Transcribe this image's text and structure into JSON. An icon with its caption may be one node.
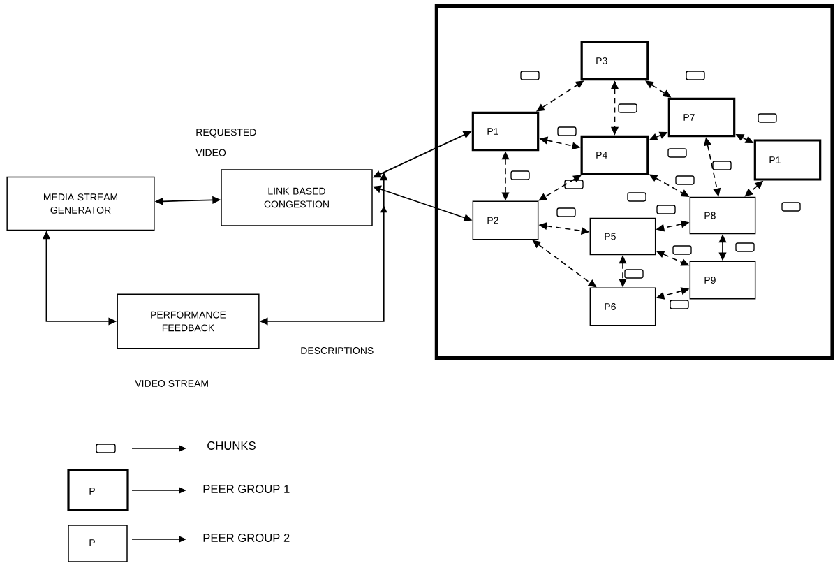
{
  "diagram": {
    "nodes": [
      {
        "text": [
          "MEDIA STREAM GENERATOR"
        ]
      },
      {
        "text": [
          "LINK BASED CONGESTION"
        ]
      },
      {
        "text": [
          "PERFORMANCE FEEDBACK"
        ]
      },
      {
        "text": [],
        "shape": "box"
      },
      {
        "text": [
          "P3"
        ],
        "in": 3
      },
      {
        "text": [
          "P1"
        ],
        "in": 3
      },
      {
        "text": [
          "P4"
        ],
        "in": 3
      },
      {
        "text": [
          "P7"
        ],
        "in": 3
      },
      {
        "text": [
          "P1"
        ],
        "in": 3
      },
      {
        "text": [
          "P2"
        ],
        "in": 3
      },
      {
        "text": [
          "P5"
        ],
        "in": 3
      },
      {
        "text": [
          "P8"
        ],
        "in": 3
      },
      {
        "text": [
          "P9"
        ],
        "in": 3
      },
      {
        "text": [
          "P6"
        ],
        "in": 3
      }
    ],
    "edges": [
      {
        "from": 0,
        "to": 1,
        "arrow": "both"
      },
      {
        "from": 0,
        "to": 2,
        "arrow": "both"
      },
      {
        "from": 2,
        "to": 1,
        "arrow": "both"
      },
      {
        "from": 1,
        "to": 5,
        "arrow": "both"
      },
      {
        "from": 1,
        "to": 9,
        "arrow": "both"
      },
      {
        "from": 5,
        "to": 4,
        "arrow": "both",
        "style": "dashed"
      },
      {
        "from": 4,
        "to": 6,
        "arrow": "both",
        "style": "dashed"
      },
      {
        "from": 4,
        "to": 7,
        "arrow": "both",
        "style": "dashed"
      },
      {
        "from": 5,
        "to": 6,
        "arrow": "both",
        "style": "dashed"
      },
      {
        "from": 5,
        "to": 9,
        "arrow": "both",
        "style": "dashed"
      },
      {
        "from": 7,
        "to": 8,
        "arrow": "both",
        "style": "dashed"
      },
      {
        "from": 7,
        "to": 6,
        "arrow": "both",
        "style": "dashed"
      },
      {
        "from": 7,
        "to": 11,
        "arrow": "both",
        "style": "dashed"
      },
      {
        "from": 6,
        "to": 9,
        "arrow": "both",
        "style": "dashed"
      },
      {
        "from": 6,
        "to": 11,
        "arrow": "both",
        "style": "dashed"
      },
      {
        "from": 8,
        "to": 11,
        "arrow": "both",
        "style": "dashed"
      },
      {
        "from": 9,
        "to": 10,
        "arrow": "both",
        "style": "dashed"
      },
      {
        "from": 9,
        "to": 13,
        "arrow": "both",
        "style": "dashed"
      },
      {
        "from": 11,
        "to": 10,
        "arrow": "both",
        "style": "dashed"
      },
      {
        "from": 11,
        "to": 12,
        "arrow": "both"
      },
      {
        "from": 10,
        "to": 12,
        "arrow": "both",
        "style": "dashed"
      },
      {
        "from": 10,
        "to": 13,
        "arrow": "both",
        "style": "dashed"
      },
      {
        "from": 12,
        "to": 13,
        "arrow": "both",
        "style": "dashed"
      }
    ],
    "labels": [
      "REQUESTED VIDEO",
      "DESCRIPTIONS",
      "VIDEO STREAM",
      "P",
      "P"
    ],
    "legend": [
      {
        "text": "CHUNKS"
      },
      {
        "text": "PEER GROUP 1"
      },
      {
        "text": "PEER GROUP 2"
      }
    ]
  }
}
